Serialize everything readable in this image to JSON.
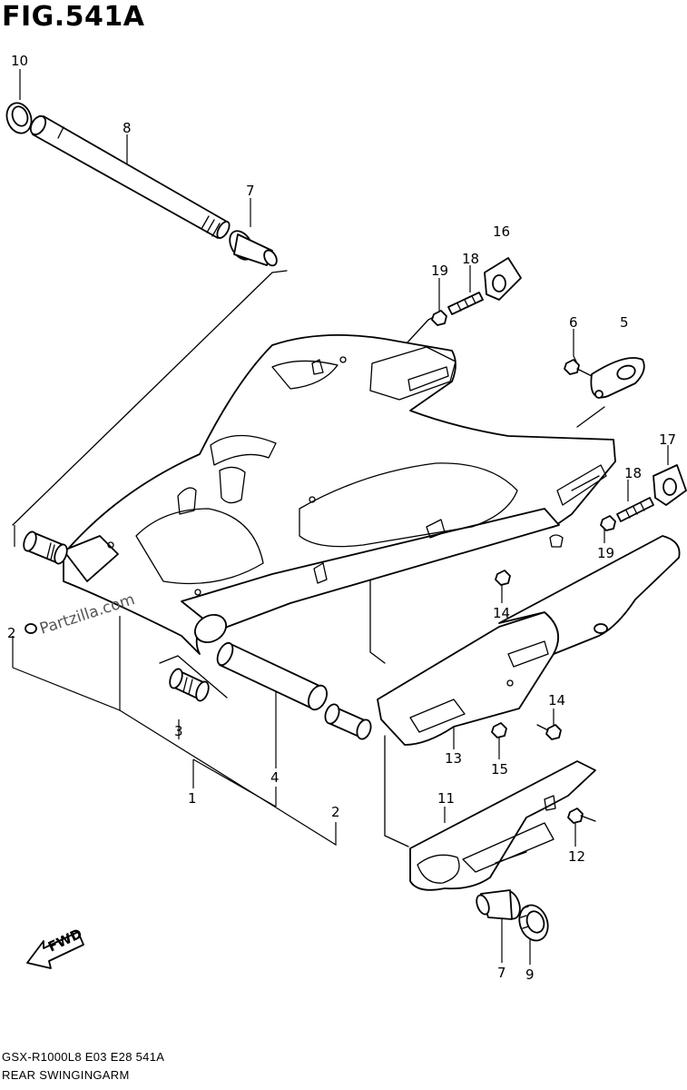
{
  "figure": {
    "title": "FIG.541A",
    "model_code": "GSX-R1000L8  E03  E28  541A",
    "section_name": "REAR SWINGINGARM",
    "watermark": "Partzilla.com",
    "fwd_label": "FWD"
  },
  "callouts": [
    "10",
    "8",
    "7",
    "16",
    "19",
    "18",
    "6",
    "5",
    "17",
    "18",
    "19",
    "14",
    "2",
    "3",
    "4",
    "1",
    "2",
    "14",
    "13",
    "15",
    "11",
    "12",
    "7",
    "9"
  ]
}
